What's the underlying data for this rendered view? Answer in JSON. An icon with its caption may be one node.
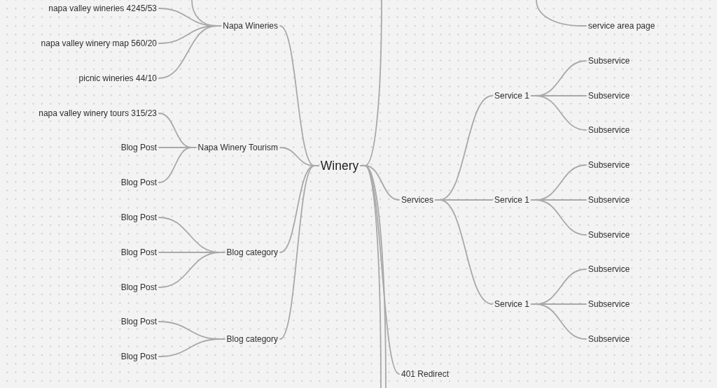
{
  "diagram": {
    "nodes": [
      {
        "text": [
          "Winery"
        ]
      },
      {
        "text": [
          "Napa Wineries"
        ]
      },
      {
        "text": [
          "napa valley wineries 4245/53"
        ]
      },
      {
        "text": [
          "napa valley winery map 560/20"
        ]
      },
      {
        "text": [
          "picnic wineries 44/10"
        ]
      },
      {
        "text": [
          "Napa Winery Tourism"
        ]
      },
      {
        "text": [
          "napa valley winery tours 315/23"
        ]
      },
      {
        "text": [
          "Blog Post"
        ]
      },
      {
        "text": [
          "Blog Post"
        ]
      },
      {
        "text": [
          "Blog category"
        ]
      },
      {
        "text": [
          "Blog Post"
        ]
      },
      {
        "text": [
          "Blog Post"
        ]
      },
      {
        "text": [
          "Blog Post"
        ]
      },
      {
        "text": [
          "Blog category"
        ]
      },
      {
        "text": [
          "Blog Post"
        ]
      },
      {
        "text": [
          "Blog Post"
        ]
      },
      {
        "text": [
          "service area page"
        ]
      },
      {
        "text": [
          "Services"
        ]
      },
      {
        "text": [
          "Service 1"
        ]
      },
      {
        "text": [
          "Subservice"
        ]
      },
      {
        "text": [
          "Subservice"
        ]
      },
      {
        "text": [
          "Subservice"
        ]
      },
      {
        "text": [
          "Service 1"
        ]
      },
      {
        "text": [
          "Subservice"
        ]
      },
      {
        "text": [
          "Subservice"
        ]
      },
      {
        "text": [
          "Subservice"
        ]
      },
      {
        "text": [
          "Service 1"
        ]
      },
      {
        "text": [
          "Subservice"
        ]
      },
      {
        "text": [
          "Subservice"
        ]
      },
      {
        "text": [
          "Subservice"
        ]
      },
      {
        "text": [
          "401 Redirect"
        ]
      }
    ],
    "edges": [
      {
        "from": 0,
        "to": 1,
        "arrow": "none"
      },
      {
        "from": 1,
        "to": 2,
        "arrow": "none"
      },
      {
        "from": 1,
        "to": 3,
        "arrow": "none"
      },
      {
        "from": 1,
        "to": 4,
        "arrow": "none"
      },
      {
        "from": 1,
        "to": null,
        "arrow": "none"
      },
      {
        "from": 0,
        "to": 5,
        "arrow": "none"
      },
      {
        "from": 5,
        "to": 6,
        "arrow": "none"
      },
      {
        "from": 5,
        "to": 7,
        "arrow": "none"
      },
      {
        "from": 5,
        "to": 8,
        "arrow": "none"
      },
      {
        "from": 0,
        "to": 9,
        "arrow": "none"
      },
      {
        "from": 9,
        "to": 10,
        "arrow": "none"
      },
      {
        "from": 9,
        "to": 11,
        "arrow": "none"
      },
      {
        "from": 9,
        "to": 12,
        "arrow": "none"
      },
      {
        "from": 0,
        "to": 13,
        "arrow": "none"
      },
      {
        "from": 13,
        "to": 14,
        "arrow": "none"
      },
      {
        "from": 13,
        "to": 15,
        "arrow": "none"
      },
      {
        "from": 0,
        "to": null,
        "arrow": "none"
      },
      {
        "from": null,
        "to": 16,
        "arrow": "none"
      },
      {
        "from": 0,
        "to": 17,
        "arrow": "none"
      },
      {
        "from": 17,
        "to": 18,
        "arrow": "none"
      },
      {
        "from": 18,
        "to": 19,
        "arrow": "none"
      },
      {
        "from": 18,
        "to": 20,
        "arrow": "none"
      },
      {
        "from": 18,
        "to": 21,
        "arrow": "none"
      },
      {
        "from": 17,
        "to": 22,
        "arrow": "none"
      },
      {
        "from": 22,
        "to": 23,
        "arrow": "none"
      },
      {
        "from": 22,
        "to": 24,
        "arrow": "none"
      },
      {
        "from": 22,
        "to": 25,
        "arrow": "none"
      },
      {
        "from": 17,
        "to": 26,
        "arrow": "none"
      },
      {
        "from": 26,
        "to": 27,
        "arrow": "none"
      },
      {
        "from": 26,
        "to": 28,
        "arrow": "none"
      },
      {
        "from": 26,
        "to": 29,
        "arrow": "none"
      },
      {
        "from": 0,
        "to": 30,
        "arrow": "none"
      },
      {
        "from": 0,
        "to": null,
        "arrow": "none"
      },
      {
        "from": 0,
        "to": null,
        "arrow": "none"
      }
    ]
  }
}
